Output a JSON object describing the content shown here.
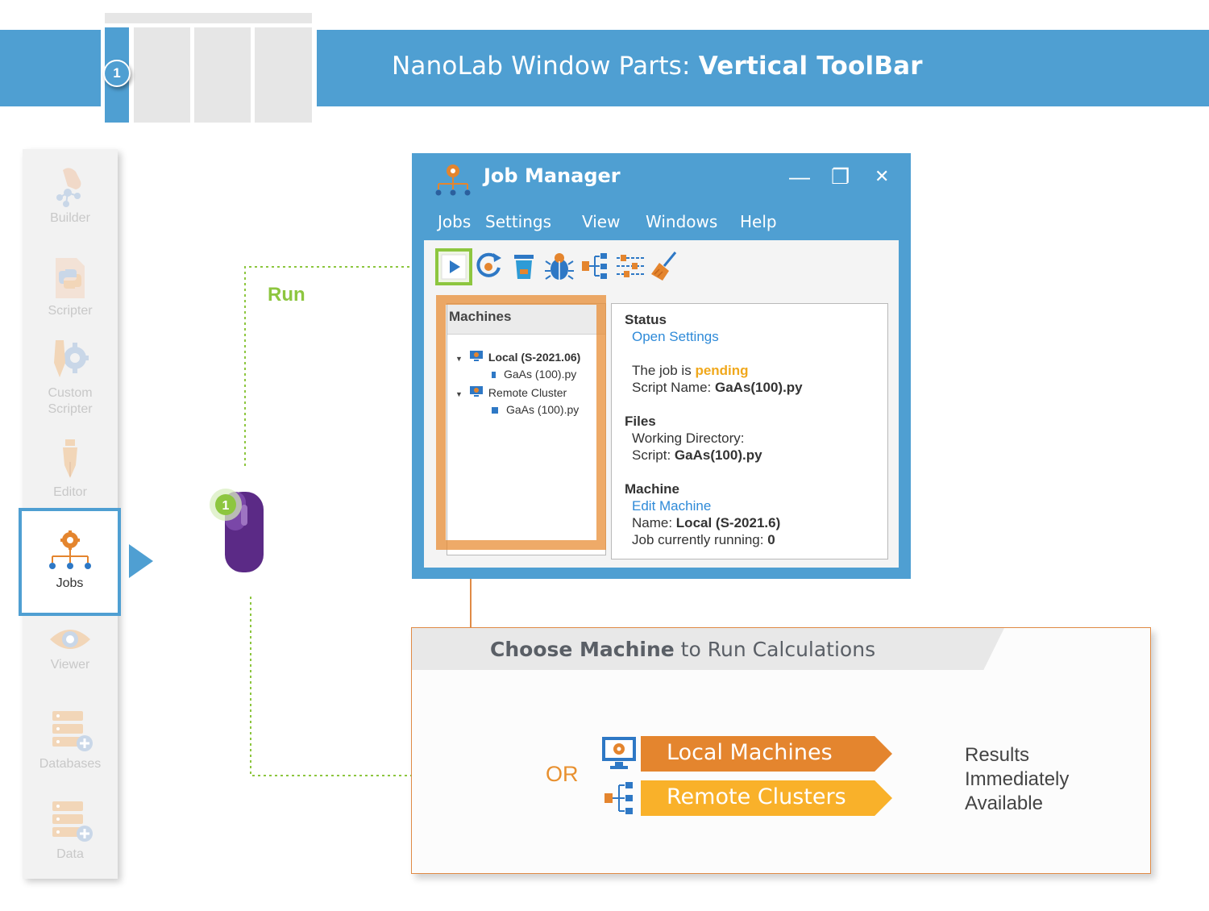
{
  "banner": {
    "title_prefix": "NanoLab Window Parts: ",
    "title_bold": "Vertical ToolBar",
    "badge": "1"
  },
  "vertical_toolbar": {
    "items": [
      {
        "label": "Builder",
        "icon": "builder-icon"
      },
      {
        "label": "Scripter",
        "icon": "python-script-icon"
      },
      {
        "label": "Custom\nScripter",
        "icon": "custom-scripter-icon"
      },
      {
        "label": "Editor",
        "icon": "pen-icon"
      },
      {
        "label": "Jobs",
        "icon": "jobs-hierarchy-icon",
        "active": true
      },
      {
        "label": "Viewer",
        "icon": "eye-icon"
      },
      {
        "label": "Databases",
        "icon": "database-add-icon"
      },
      {
        "label": "Data",
        "icon": "database-add-icon"
      }
    ]
  },
  "mouse": {
    "badge": "1",
    "action": "Run"
  },
  "job_manager": {
    "title": "Job Manager",
    "window_controls": {
      "minimize": "—",
      "maximize": "❐",
      "close": "✕"
    },
    "menu": [
      "Jobs",
      "Settings",
      "View",
      "Windows",
      "Help"
    ],
    "toolbar": [
      "run-icon",
      "refresh-icon",
      "trash-icon",
      "bug-icon",
      "tree-view-icon",
      "sliders-icon",
      "broom-icon"
    ],
    "machines": {
      "header": "Machines",
      "tree": [
        {
          "label": "Local (S-2021.06)",
          "bold": true,
          "children": [
            "GaAs (100).py"
          ]
        },
        {
          "label": "Remote Cluster",
          "bold": false,
          "children": [
            "GaAs (100).py"
          ]
        }
      ]
    },
    "status": {
      "status_heading": "Status",
      "open_settings": "Open Settings",
      "job_is": "The job is ",
      "job_state": "pending",
      "script_name_label": "Script Name: ",
      "script_name_value": "GaAs(100).py",
      "files_heading": "Files",
      "working_dir_label": "Working Directory:",
      "script_label": "Script: ",
      "script_value": "GaAs(100).py",
      "machine_heading": "Machine",
      "edit_machine": "Edit Machine",
      "name_label": "Name: ",
      "name_value": "Local (S-2021.6)",
      "running_label": "Job currently running: ",
      "running_value": "0"
    }
  },
  "choose_panel": {
    "title_bold": "Choose Machine",
    "title_rest": " to Run Calculations",
    "or": "OR",
    "local": "Local Machines",
    "remote": "Remote Clusters",
    "results": [
      "Results",
      "Immediately",
      "Available"
    ]
  },
  "colors": {
    "brand_blue": "#4f9fd2",
    "run_green": "#8dc63f",
    "orange": "#e4852e",
    "amber": "#f9b12a",
    "link_blue": "#2e8ad8",
    "pending": "#f0a81c",
    "mouse_purple": "#5b2a86"
  }
}
